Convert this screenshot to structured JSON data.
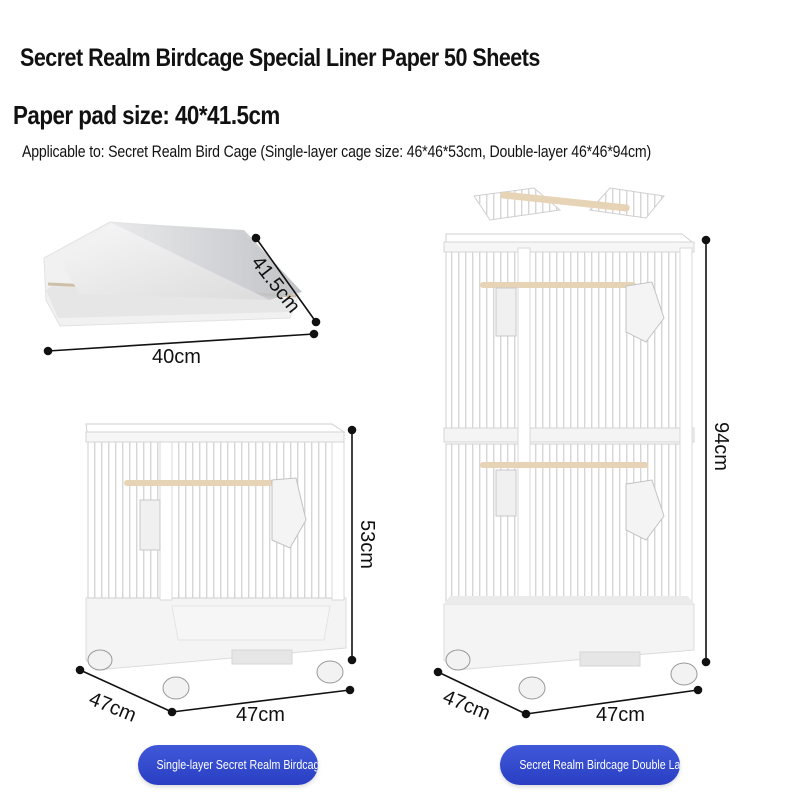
{
  "heading": {
    "title": "Secret Realm Birdcage Special Liner Paper 50 Sheets",
    "pad_size": "Paper pad size: 40*41.5cm",
    "applicable": "Applicable to: Secret Realm Bird Cage (Single-layer cage size: 46*46*53cm, Double-layer 46*46*94cm)"
  },
  "paper": {
    "width_label": "40cm",
    "depth_label": "41.5cm"
  },
  "single_cage": {
    "height_label": "53cm",
    "width_label": "47cm",
    "depth_label": "47cm",
    "button_label": "Single-layer Secret Realm Birdcage"
  },
  "double_cage": {
    "height_label": "94cm",
    "width_label": "47cm",
    "depth_label": "47cm",
    "button_label": "Secret Realm Birdcage Double Layer"
  },
  "colors": {
    "button_blue": "#2f46cc",
    "cage_white": "#ffffff",
    "perch_wood": "#e7d3b6"
  }
}
